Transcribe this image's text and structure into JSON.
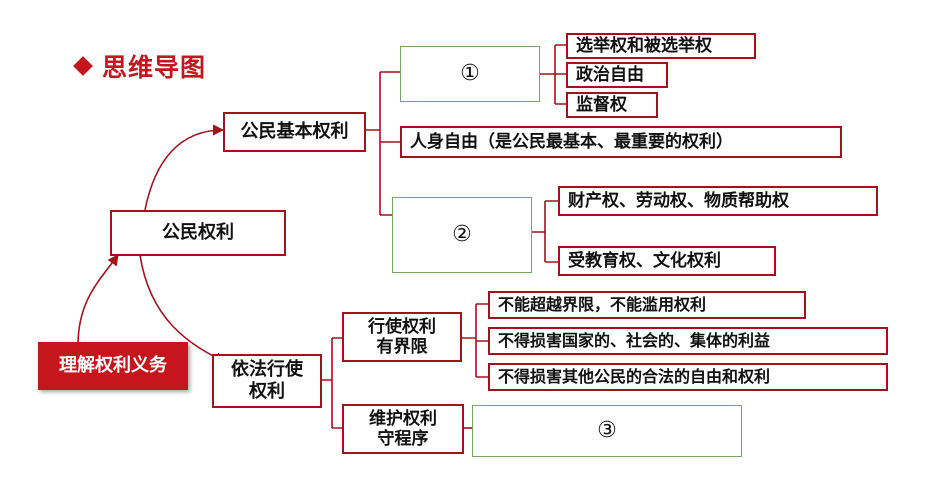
{
  "title": "思维导图",
  "root": "理解权利义务",
  "citizen_rights": "公民权利",
  "basic_rights": "公民基本权利",
  "blank_1": "①",
  "political_rights": [
    "选举权和被选举权",
    "政治自由",
    "监督权"
  ],
  "personal_freedom": "人身自由（是公民最基本、最重要的权利）",
  "blank_2": "②",
  "social_rights": [
    "财产权、劳动权、物质帮助权",
    "受教育权、文化权利"
  ],
  "exercise_rights": "依法行使权利",
  "limits": "行使权利有界限",
  "limit_items": [
    "不能超越界限，不能滥用权利",
    "不得损害国家的、社会的、集体的利益",
    "不得损害其他公民的合法的自由和权利"
  ],
  "procedure": "维护权利守程序",
  "blank_3": "③",
  "colors": {
    "accent": "#c4161c",
    "border": "#a3121a",
    "blank_border": "#7aa56a"
  }
}
